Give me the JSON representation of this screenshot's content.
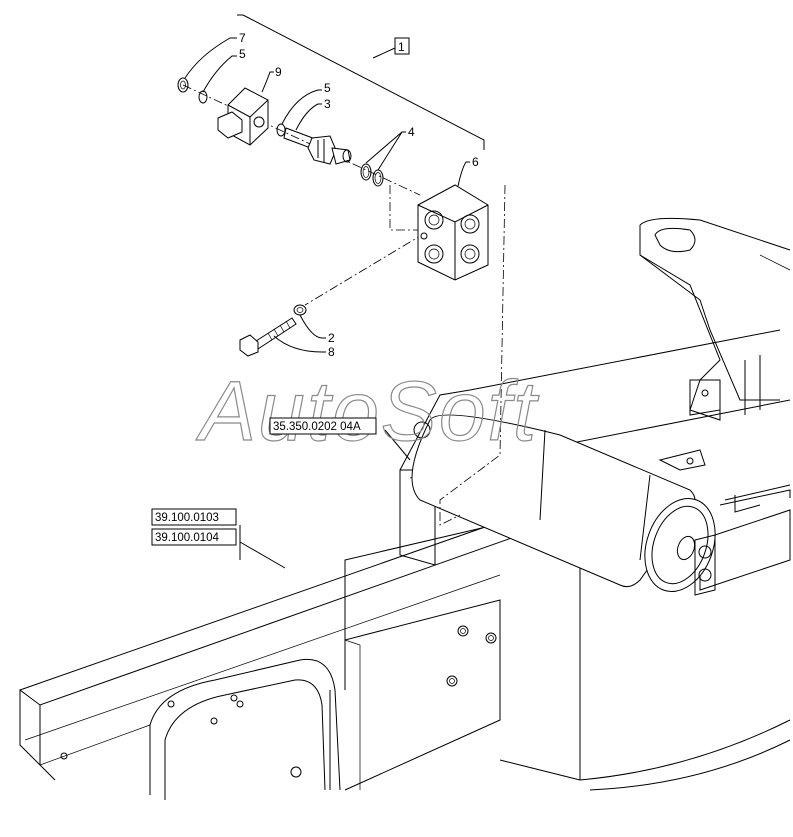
{
  "diagram": {
    "callouts": {
      "c1": "1",
      "c2": "2",
      "c3": "3",
      "c4": "4",
      "c5a": "5",
      "c5b": "5",
      "c6": "6",
      "c7": "7",
      "c8": "8",
      "c9": "9"
    },
    "references": {
      "ref_main": "35.350.0202 04A",
      "ref_a": "39.100.0103",
      "ref_b": "39.100.0104"
    },
    "watermark": "AutoSoft"
  }
}
